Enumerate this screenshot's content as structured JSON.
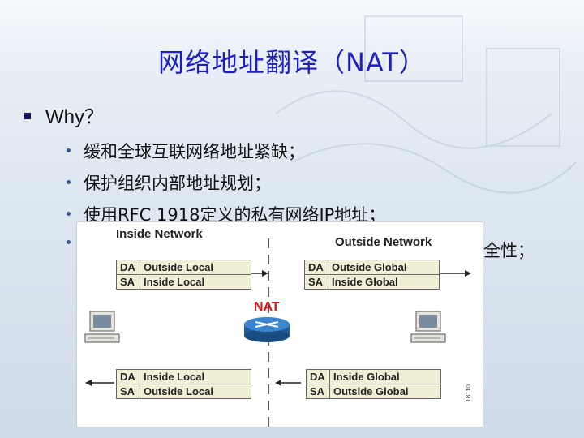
{
  "slide": {
    "title": "网络地址翻译（NAT）",
    "main_bullet": "Why？",
    "sub_bullets": [
      "缓和全球互联网络地址紧缺；",
      "保护组织内部地址规划；",
      "使用RFC 1918定义的私有网络IP地址；",
      "全性；"
    ]
  },
  "diagram": {
    "inside_label": "Inside Network",
    "outside_label": "Outside Network",
    "nat_label": "NAT",
    "side_code": "18110",
    "tables": {
      "top_left": [
        [
          "DA",
          "Outside Local"
        ],
        [
          "SA",
          "Inside Local"
        ]
      ],
      "top_right": [
        [
          "DA",
          "Outside Global"
        ],
        [
          "SA",
          "Inside Global"
        ]
      ],
      "bottom_left": [
        [
          "DA",
          "Inside Local"
        ],
        [
          "SA",
          "Outside Local"
        ]
      ],
      "bottom_right": [
        [
          "DA",
          "Inside Global"
        ],
        [
          "SA",
          "Outside Global"
        ]
      ]
    }
  },
  "colors": {
    "title": "#1f1fbf",
    "background": "#dde7f1",
    "nat_label": "#d01818",
    "router": "#2a6fb8",
    "table_fill": "#f1efd6"
  },
  "icons": [
    "router-icon",
    "computer-icon",
    "arrow-icon"
  ]
}
